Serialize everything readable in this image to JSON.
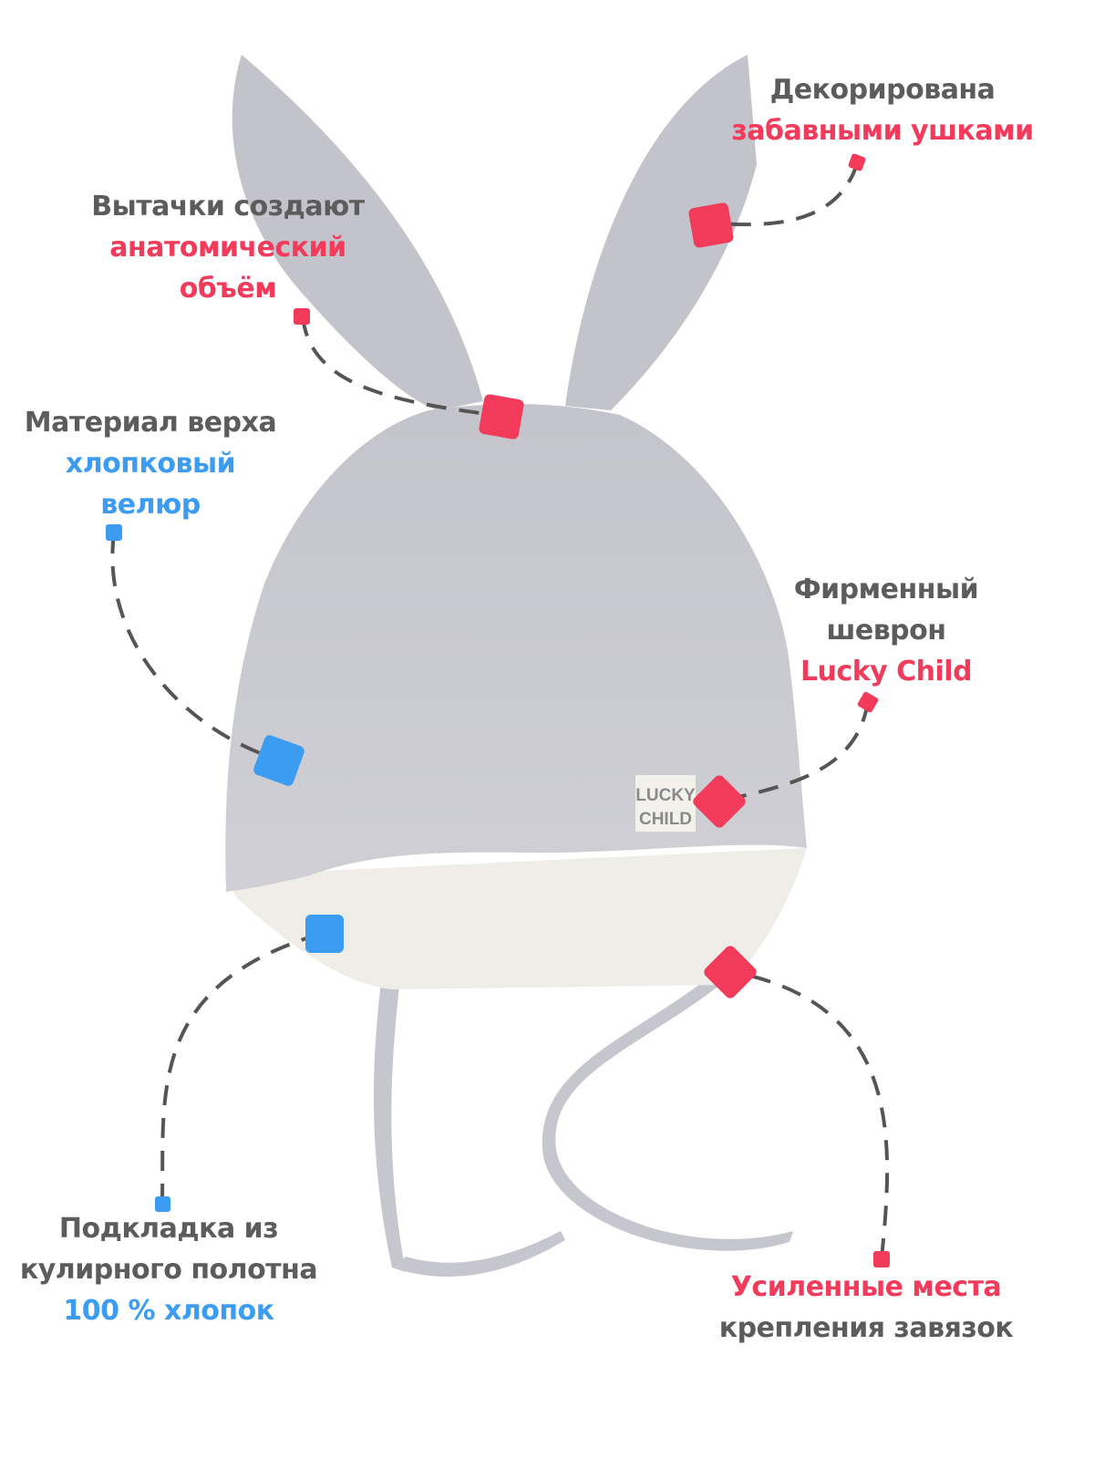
{
  "colors": {
    "text": "#5c5c5c",
    "accent_red": "#f23a5b",
    "accent_blue": "#3b9cf2",
    "hat": "#c9c9cf",
    "lining": "#efede8"
  },
  "brand_label": {
    "line1": "LUCKY",
    "line2": "CHILD"
  },
  "callouts": {
    "ears": {
      "line1": "Декорирована",
      "line2": "забавными ушками"
    },
    "darts": {
      "line1": "Вытачки создают",
      "line2": "анатомический",
      "line3": "объём"
    },
    "material": {
      "line1": "Материал верха",
      "line2": "хлопковый",
      "line3": "велюр"
    },
    "chevron": {
      "line1": "Фирменный",
      "line2": "шеврон",
      "line3": "Lucky Child"
    },
    "lining": {
      "line1": "Подкладка из",
      "line2": "кулирного полотна",
      "line3": "100 % хлопок"
    },
    "ties": {
      "line1": "Усиленные места",
      "line2": "крепления завязок"
    }
  }
}
